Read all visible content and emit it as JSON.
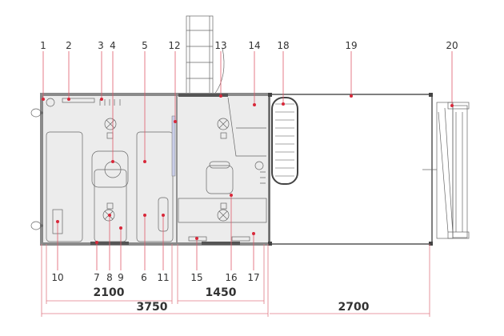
{
  "diagram": {
    "title": "Vehicle body floor plan",
    "callouts_top": [
      "1",
      "2",
      "3",
      "4",
      "5",
      "12",
      "13",
      "14",
      "18",
      "19",
      "20"
    ],
    "callouts_bottom": [
      "10",
      "7",
      "8",
      "9",
      "6",
      "11",
      "15",
      "16",
      "17"
    ],
    "dimensions": {
      "section_a": "2100",
      "section_b": "1450",
      "body_total": "3750",
      "rear": "2700"
    },
    "colors": {
      "callout": "#d8283a",
      "wall": "#8a8a8a",
      "floor": "#ececec"
    }
  }
}
